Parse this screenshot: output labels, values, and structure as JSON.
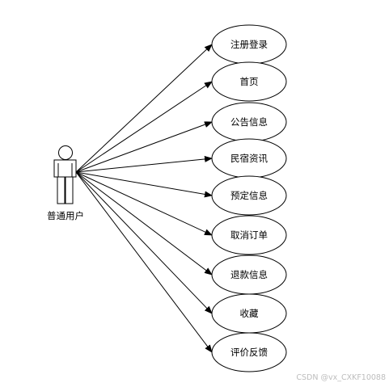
{
  "actor": {
    "name": "普通用户"
  },
  "use_cases": [
    {
      "label": "注册登录"
    },
    {
      "label": "首页"
    },
    {
      "label": "公告信息"
    },
    {
      "label": "民宿资讯"
    },
    {
      "label": "预定信息"
    },
    {
      "label": "取消订单"
    },
    {
      "label": "退款信息"
    },
    {
      "label": "收藏"
    },
    {
      "label": "评价反馈"
    }
  ],
  "watermark": "CSDN @vx_CXKF10088"
}
